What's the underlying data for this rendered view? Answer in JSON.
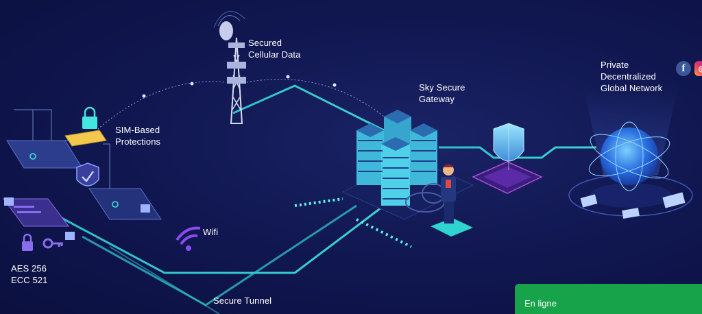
{
  "labels": {
    "secured_cellular": [
      "Secured",
      "Cellular Data"
    ],
    "sim_based": [
      "SIM-Based",
      "Protections"
    ],
    "sky_gateway": [
      "Sky Secure",
      "Gateway"
    ],
    "private_network": [
      "Private",
      "Decentralized",
      "Global Network"
    ],
    "encryption": [
      "AES 256",
      "ECC 521"
    ],
    "wifi": "Wifi",
    "secure_tunnel": "Secure Tunnel"
  },
  "social": {
    "facebook_icon": "facebook-icon",
    "instagram_icon": "instagram-icon",
    "facebook_glyph": "f",
    "instagram_glyph": "◎"
  },
  "chat": {
    "status": "En ligne"
  },
  "colors": {
    "background": "#111852",
    "line": "#3fe0d8",
    "chat_green": "#16a34a",
    "globe": "#3b8bff"
  }
}
